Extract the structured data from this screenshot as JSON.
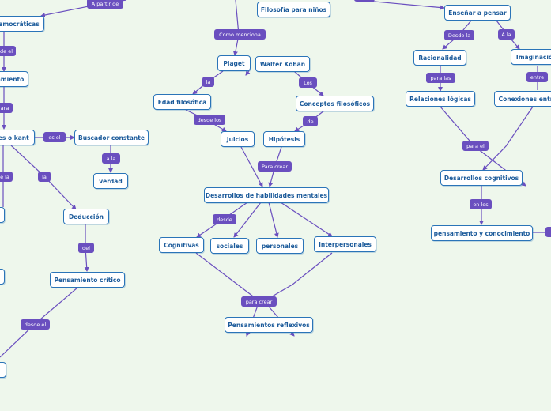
{
  "nodes": {
    "democraticas": "emocráticas",
    "pensamiento": "amiento",
    "kant": "les o kant",
    "buscador": "Buscador constante",
    "verdad": "verdad",
    "deduccion": "Deducción",
    "pensamiento_critico": "Pensamiento crítico",
    "filosofia_ninos": "Filosofía para niños",
    "piaget": "Piaget",
    "walter_kohan": "Walter Kohan",
    "edad_filosofica": "Edad filosófica",
    "conceptos_filosoficos": "Conceptos filosóficos",
    "juicios": "Juicios",
    "hipotesis": "Hipótesis",
    "desarrollos_habilidades": "Desarrollos de habilidades mentales",
    "cognitivas": "Cognitivas",
    "sociales": "sociales",
    "personales": "personales",
    "interpersonales": "Interpersonales",
    "pensamientos_reflexivos": "Pensamientos reflexivos",
    "ensenar_pensar": "Enseñar a pensar",
    "racionalidad": "Racionalidad",
    "imaginacion": "Imaginació",
    "relaciones_logicas": "Relaciones lógicas",
    "conexiones": "Conexiones entr",
    "desarrollos_cognitivos": "Desarrollos cognitivos",
    "pensamiento_conocimiento": "pensamiento y conocimiento"
  },
  "labels": {
    "a_partir_de": "A partir de",
    "de_el": "de el",
    "para": "ara",
    "es_el": "es el",
    "a_la": "a la",
    "left_la": "e la",
    "la": "la",
    "del": "del",
    "desde_el": "desde el",
    "como_menciona": "Como menciona",
    "la_piaget": "la",
    "los": "Los",
    "desde_los": "desde los",
    "de": "de",
    "para_crear": "Para crear",
    "desde": "desde",
    "para_crear2": "para crear",
    "desde_la": "Desde la",
    "a_la2": "A la",
    "para_las": "para las",
    "entre": "entre",
    "para_el": "para el",
    "en_los": "en los"
  },
  "colors": {
    "background": "#eef7ec",
    "node_border": "#2a74b8",
    "node_text": "#1b5a9a",
    "label_fill": "#6a4fbf",
    "line": "#6a4fbf"
  }
}
